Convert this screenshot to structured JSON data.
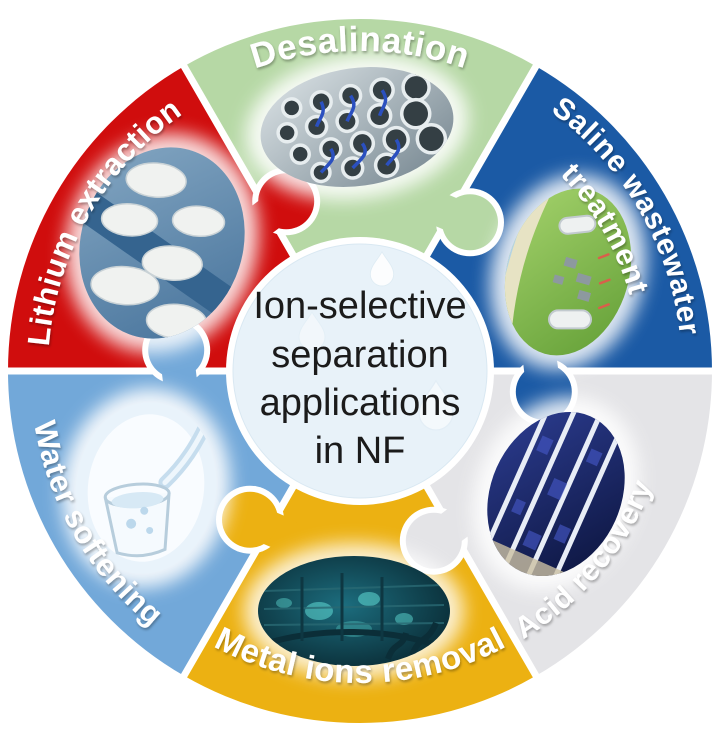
{
  "figure": {
    "title": "Ion-selective separation applications in NF",
    "center": {
      "lines": [
        "Ion-selective",
        "separation",
        "applications",
        "in NF"
      ],
      "bg_color": "#e8f2f9",
      "text_color": "#1b1b1b"
    },
    "label_color": "#ffffff",
    "segments": [
      {
        "id": "desalination",
        "label": "Desalination",
        "color": "#b6d8a5",
        "photo": "membrane-modules-photo"
      },
      {
        "id": "saline-wastewater-treatment",
        "label": "Saline wastewater treatment",
        "lines": [
          "Saline wastewater",
          "treatment"
        ],
        "color": "#1b5aa5",
        "photo": "coastal-treatment-plant-photo"
      },
      {
        "id": "acid-recovery",
        "label": "Acid recovery",
        "color": "#e4e4e7",
        "photo": "membrane-stack-photo"
      },
      {
        "id": "metal-ions-removal",
        "label": "Metal ions removal",
        "color": "#ecb112",
        "photo": "industrial-plant-night-photo"
      },
      {
        "id": "water-softening",
        "label": "Water softening",
        "color": "#72a8d9",
        "photo": "water-glass-photo"
      },
      {
        "id": "lithium-extraction",
        "label": "Lithium extraction",
        "color": "#d00d0d",
        "photo": "salt-lake-photo"
      }
    ]
  }
}
